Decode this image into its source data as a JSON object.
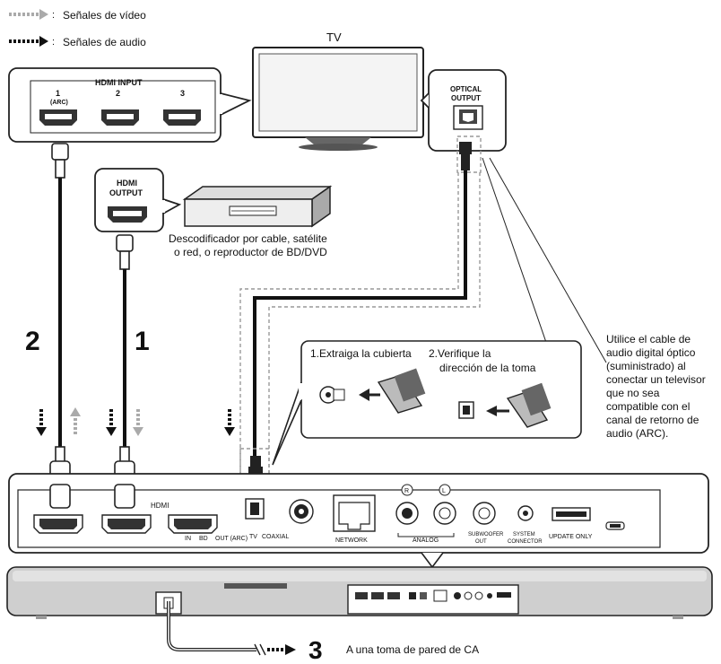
{
  "legend": {
    "video_label": "Señales de vídeo",
    "audio_label": "Señales de audio"
  },
  "tv": {
    "label": "TV",
    "hdmi_panel": {
      "title": "HDMI INPUT",
      "port_labels": [
        "1",
        "2",
        "3"
      ],
      "arc_tag": "(ARC)"
    },
    "optical_panel": {
      "title_line1": "OPTICAL",
      "title_line2": "OUTPUT"
    }
  },
  "player": {
    "panel_title_line1": "HDMI",
    "panel_title_line2": "OUTPUT",
    "caption_line1": "Descodificador por cable, satélite",
    "caption_line2": "o red, o reproductor de BD/DVD"
  },
  "steps": {
    "step1": "1",
    "step2": "2",
    "step3": "3"
  },
  "optical_tips": {
    "step1": "1.Extraiga la cubierta",
    "step2_line1": "2.Verifique la",
    "step2_line2": "dirección de la toma"
  },
  "note": {
    "lines": [
      "Utilice el cable de",
      "audio digital óptico",
      "(suministrado) al",
      "conectar un televisor",
      "que no sea",
      "compatible con el",
      "canal de retorno de",
      "audio (ARC)."
    ]
  },
  "rear_panel": {
    "hdmi_label": "HDMI",
    "in_label": "IN",
    "bd_label": "BD",
    "out_label": "OUT (ARC)",
    "tv_label": "TV",
    "coaxial_label": "COAXIAL",
    "network_label": "NETWORK",
    "r_label": "R",
    "l_label": "L",
    "analog_label": "ANALOG",
    "subwoofer_label_line1": "SUBWOOFER",
    "subwoofer_label_line2": "OUT",
    "system_label_line1": "SYSTEM",
    "system_label_line2": "CONNECTOR",
    "update_label": "UPDATE ONLY"
  },
  "power": {
    "caption": "A una toma de pared de CA"
  }
}
